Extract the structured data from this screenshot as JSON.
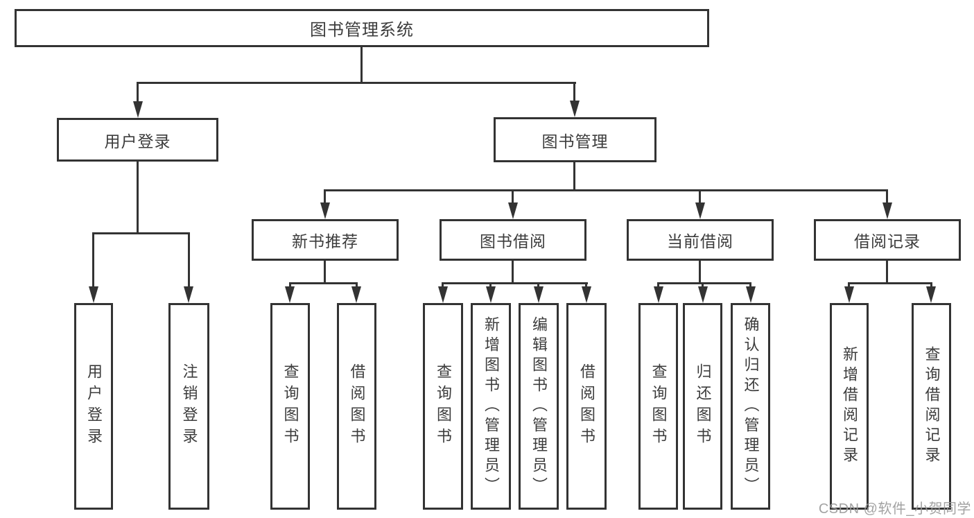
{
  "diagram": {
    "root": {
      "label": "图书管理系统"
    },
    "level1": [
      {
        "label": "用户登录"
      },
      {
        "label": "图书管理"
      }
    ],
    "modules": [
      {
        "label": "新书推荐"
      },
      {
        "label": "图书借阅"
      },
      {
        "label": "当前借阅"
      },
      {
        "label": "借阅记录"
      }
    ],
    "user_login_children": [
      "用户登录",
      "注销登录"
    ],
    "new_book_children": [
      "查询图书",
      "借阅图书"
    ],
    "book_borrow_children": [
      "查询图书",
      "新增图书（管理员）",
      "编辑图书（管理员）",
      "借阅图书"
    ],
    "current_borrow_children": [
      "查询图书",
      "归还图书",
      "确认归还（管理员）"
    ],
    "borrow_record_children": [
      "新增借阅记录",
      "查询借阅记录"
    ]
  },
  "watermark": "CSDN @软件_小贺同学",
  "colors": {
    "line": "#333333",
    "text": "#3c3c3c",
    "watermark": "#9b9b9b",
    "background": "#ffffff"
  }
}
